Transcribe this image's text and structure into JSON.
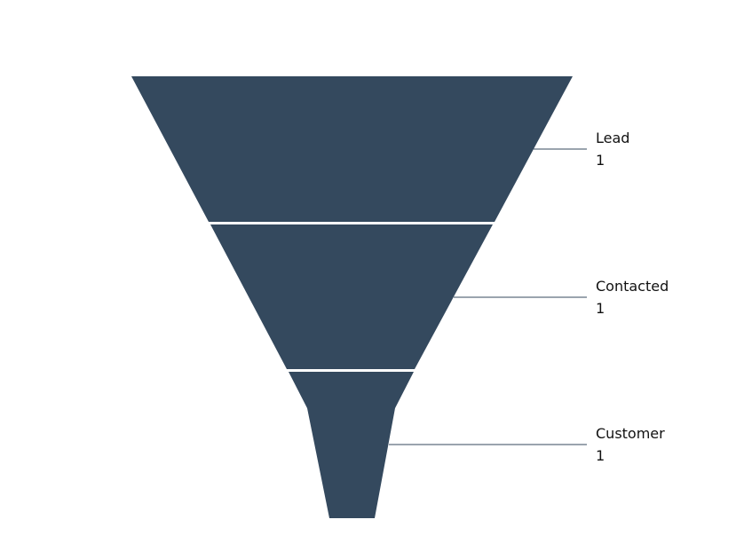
{
  "chart_data": {
    "type": "funnel",
    "stages": [
      {
        "label": "Lead",
        "value": "1"
      },
      {
        "label": "Contacted",
        "value": "1"
      },
      {
        "label": "Customer",
        "value": "1"
      }
    ],
    "colors": {
      "segment": "#34495e",
      "connector": "#34495e",
      "separator": "#ffffff"
    }
  }
}
